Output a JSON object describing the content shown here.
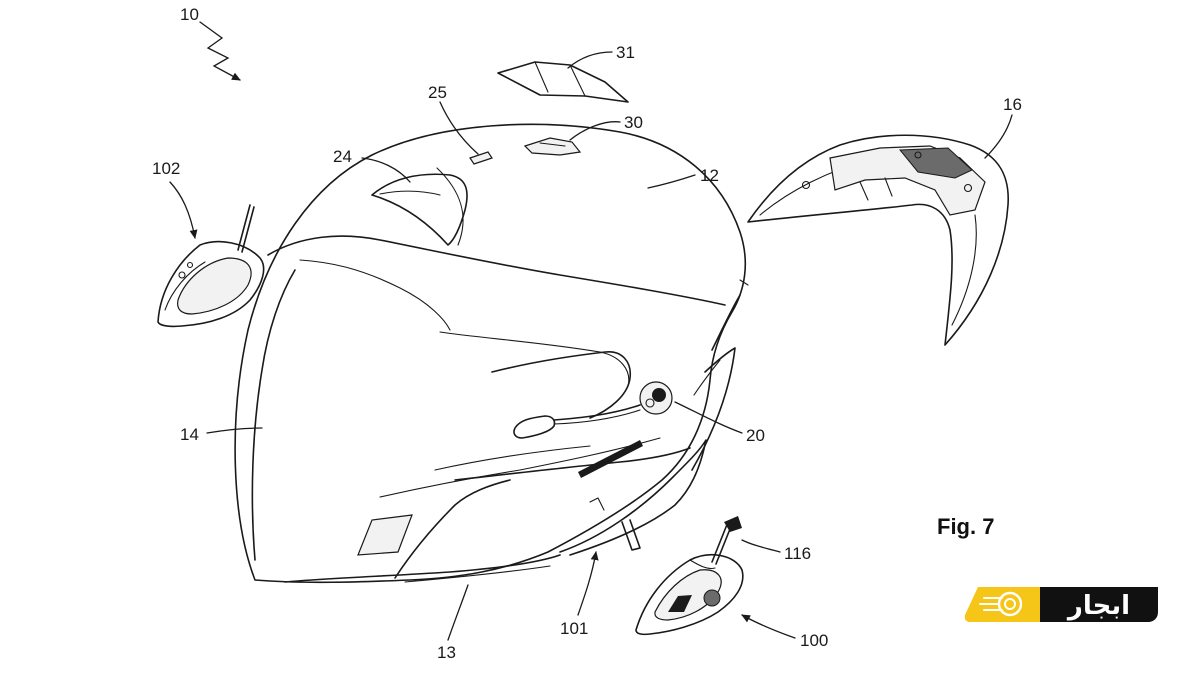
{
  "figure_label": "Fig. 7",
  "labels": {
    "r10": "10",
    "r31": "31",
    "r25": "25",
    "r30": "30",
    "r24": "24",
    "r12": "12",
    "r16": "16",
    "r102": "102",
    "r14": "14",
    "r20": "20",
    "r116": "116",
    "r101": "101",
    "r13": "13",
    "r100": "100"
  },
  "logo": {
    "text": "ابجار",
    "accent_color": "#f5c518",
    "dark_color": "#111111"
  }
}
